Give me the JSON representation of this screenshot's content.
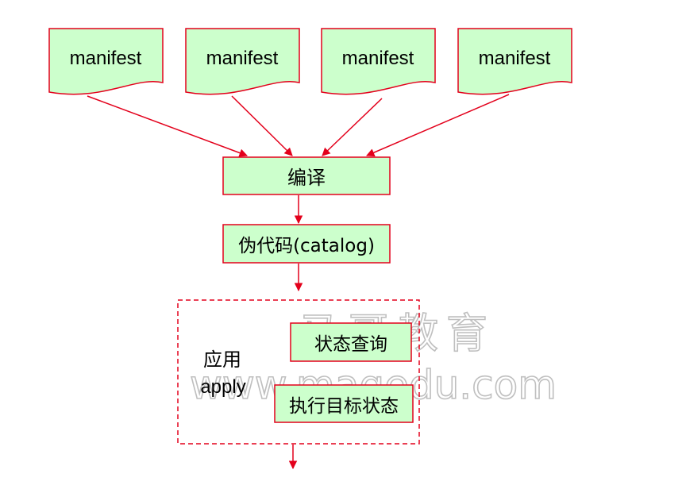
{
  "colors": {
    "box_fill": "#ccffcc",
    "stroke": "#e3001b",
    "arrow": "#e3001b",
    "text": "#000000",
    "watermark": "#bfbfbf"
  },
  "documents": [
    {
      "label": "manifest"
    },
    {
      "label": "manifest"
    },
    {
      "label": "manifest"
    },
    {
      "label": "manifest"
    }
  ],
  "compile": {
    "label": "编译"
  },
  "catalog": {
    "label": "伪代码(catalog)"
  },
  "apply_group": {
    "label_cn": "应用",
    "label_en": "apply",
    "query": {
      "label": "状态查询"
    },
    "execute": {
      "label": "执行目标状态"
    }
  },
  "watermark": {
    "line1": "马哥教育",
    "line2": "www.magedu.com"
  }
}
